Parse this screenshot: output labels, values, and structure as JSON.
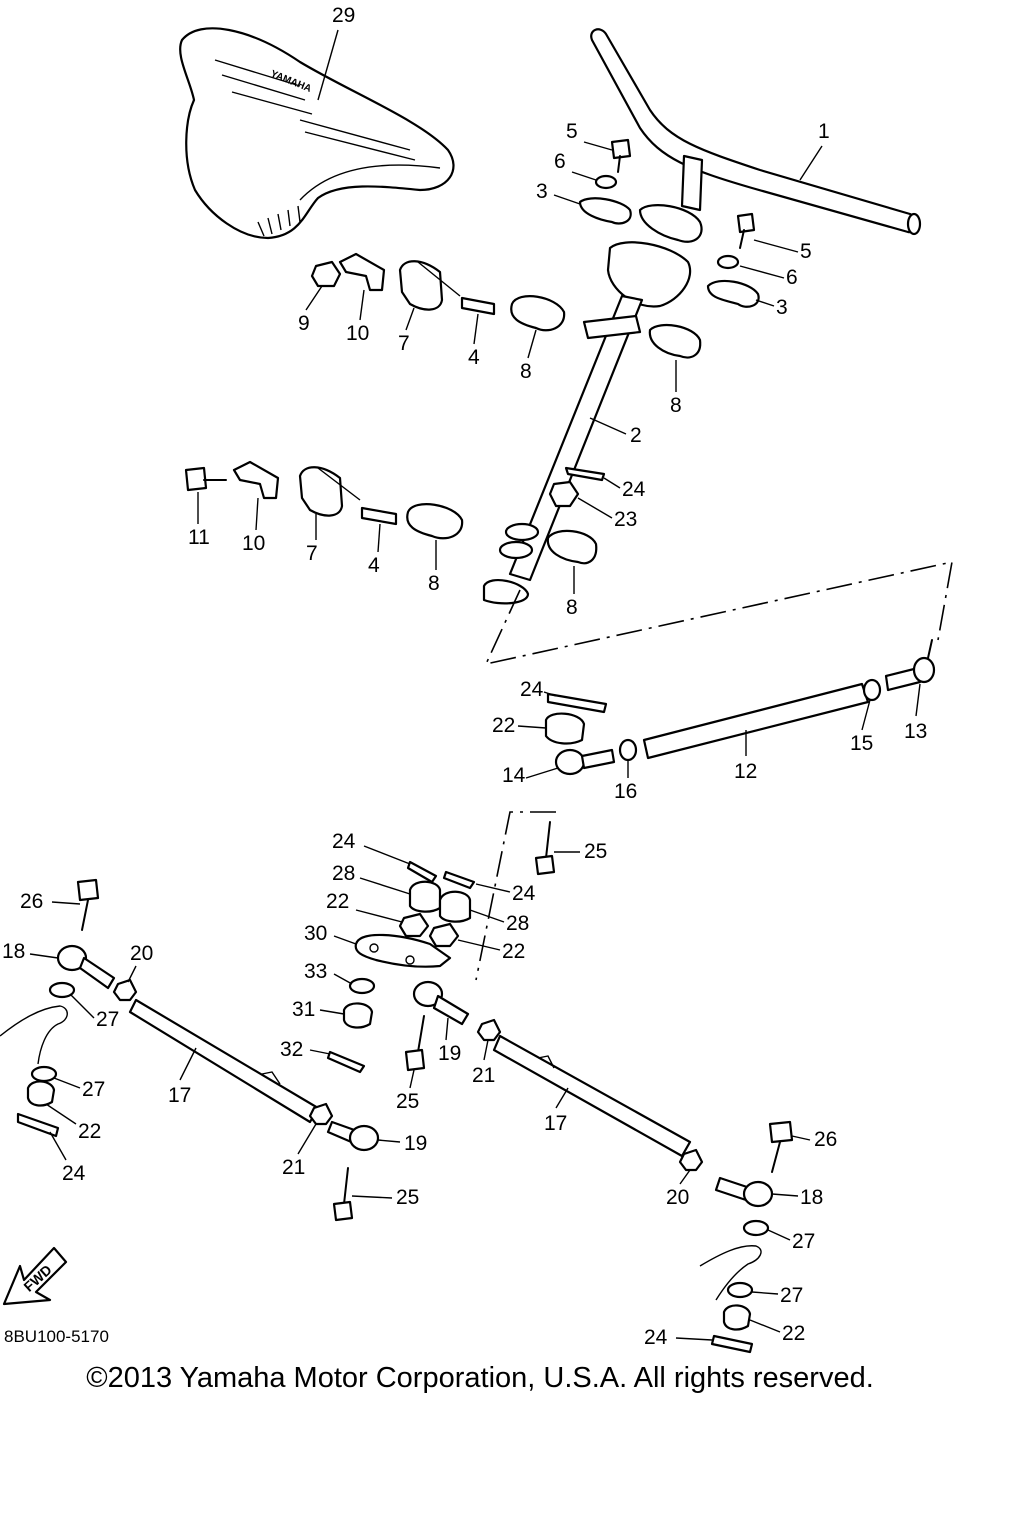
{
  "diagram_code": "8BU100-5170",
  "copyright": "©2013 Yamaha Motor Corporation, U.S.A. All rights reserved.",
  "seat_logo": "YAMAHA",
  "fwd_label": "FWD",
  "callouts": {
    "c29": "29",
    "c1": "1",
    "c5a": "5",
    "c6a": "6",
    "c3a": "3",
    "c5b": "5",
    "c6b": "6",
    "c3b": "3",
    "c9": "9",
    "c10a": "10",
    "c7a": "7",
    "c4a": "4",
    "c8a": "8",
    "c8b": "8",
    "c2": "2",
    "c24a": "24",
    "c23": "23",
    "c11": "11",
    "c10b": "10",
    "c7b": "7",
    "c4b": "4",
    "c8c": "8",
    "c8d": "8",
    "c24b": "24",
    "c22a": "22",
    "c14": "14",
    "c16": "16",
    "c12": "12",
    "c15": "15",
    "c13": "13",
    "c25a": "25",
    "c24c": "24",
    "c28a": "28",
    "c22b": "22",
    "c30": "30",
    "c24d": "24",
    "c28b": "28",
    "c22c": "22",
    "c33": "33",
    "c31": "31",
    "c32": "32",
    "c26a": "26",
    "c18a": "18",
    "c20a": "20",
    "c27a": "27",
    "c27b": "27",
    "c22d": "22",
    "c24e": "24",
    "c17a": "17",
    "c21a": "21",
    "c19a": "19",
    "c25b": "25",
    "c19b": "19",
    "c21b": "21",
    "c25c": "25",
    "c17b": "17",
    "c26b": "26",
    "c18b": "18",
    "c20b": "20",
    "c27c": "27",
    "c27d": "27",
    "c22e": "22",
    "c24f": "24"
  }
}
